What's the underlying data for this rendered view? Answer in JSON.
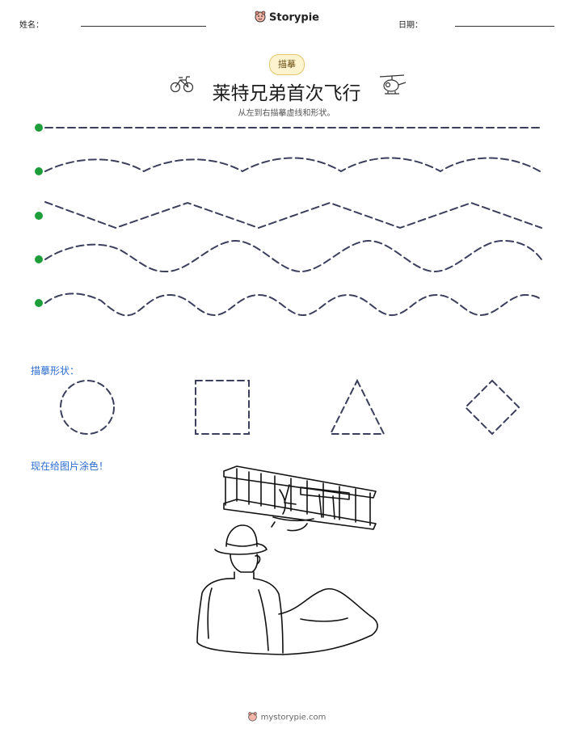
{
  "header": {
    "name_label": "姓名：",
    "date_label": "日期：",
    "brand": "Storypie"
  },
  "badge": "描摹",
  "title": "莱特兄弟首次飞行",
  "subtitle": "从左到右描摹虚线和形状。",
  "shapes_heading": "描摹形状：",
  "color_heading": "现在给图片涂色！",
  "footer": "mystorypie.com",
  "colors": {
    "dot": "#1e9e3a",
    "dash": "#3b3f5c",
    "heading": "#2b6cd0",
    "badge_bg": "#fdf3cf"
  },
  "icons": [
    "bicycle-icon",
    "helicopter-icon",
    "storypie-logo-icon"
  ]
}
